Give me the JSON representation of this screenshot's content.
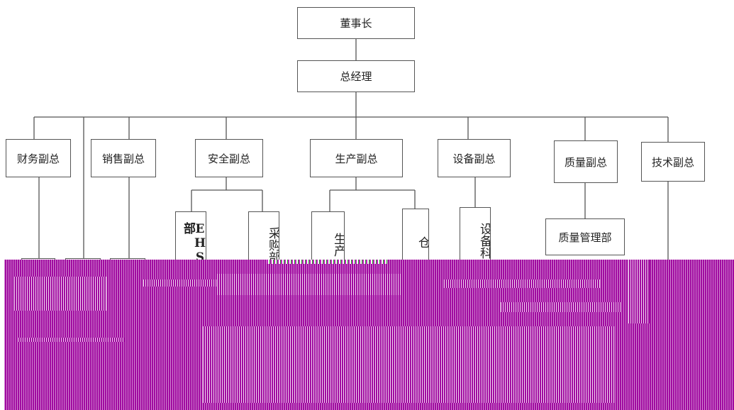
{
  "org_chart": {
    "root": "董事长",
    "general_manager": "总经理",
    "vice_presidents": [
      "财务副总",
      "销售副总",
      "安全副总",
      "生产副总",
      "设备副总",
      "质量副总",
      "技术副总"
    ],
    "departments": {
      "安全副总": [
        "EHS部",
        "采购部"
      ],
      "生产副总": [
        "生产",
        "仓"
      ],
      "设备副总": [
        "设备科"
      ],
      "质量副总": [
        "质量管理部"
      ]
    }
  },
  "colors": {
    "line": "#555555",
    "glitch_overlay": "#a00ba0"
  }
}
